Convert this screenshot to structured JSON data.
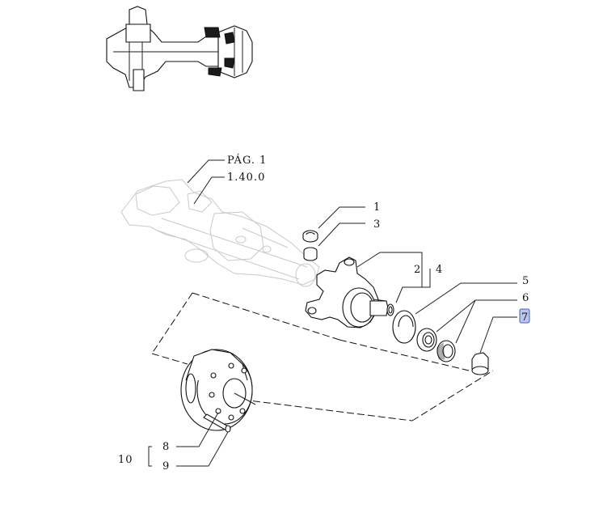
{
  "references": {
    "page": "PÁG. 1",
    "section": "1.40.0"
  },
  "callouts": {
    "c1": "1",
    "c2": "2",
    "c3": "3",
    "c4": "4",
    "c5": "5",
    "c6": "6",
    "c7": "7",
    "c8": "8",
    "c9": "9",
    "c10": "10"
  },
  "highlighted_callout": "7",
  "colors": {
    "highlight_fill": "#b9c6ee",
    "highlight_border": "#4a5fb0",
    "line": "#222222",
    "ghost": "#c9c9c9"
  }
}
